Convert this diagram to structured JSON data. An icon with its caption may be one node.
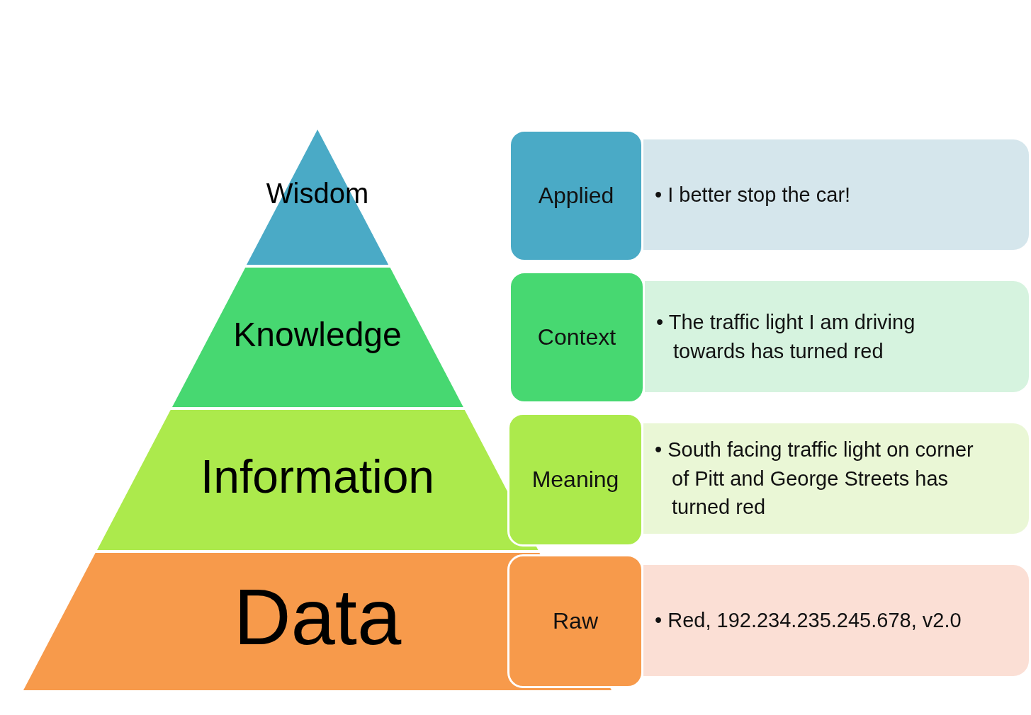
{
  "diagram": {
    "nodes": [
      {
        "text": [
          "Wisdom"
        ]
      },
      {
        "text": [
          "Applied"
        ]
      },
      {
        "text": [
          "• I better stop the car!"
        ]
      },
      {
        "text": [
          "Knowledge"
        ]
      },
      {
        "text": [
          "Context"
        ]
      },
      {
        "text": [
          "• The traffic light I am driving towards has turned red"
        ]
      },
      {
        "text": [
          "Information"
        ]
      },
      {
        "text": [
          "Meaning"
        ]
      },
      {
        "text": [
          "• South facing traffic light on corner of Pitt and George Streets has turned red"
        ]
      },
      {
        "text": [
          "Data"
        ]
      },
      {
        "text": [
          "Raw"
        ]
      },
      {
        "text": [
          "• Red, 192.234.235.245.678, v2.0"
        ]
      }
    ],
    "edges": []
  }
}
